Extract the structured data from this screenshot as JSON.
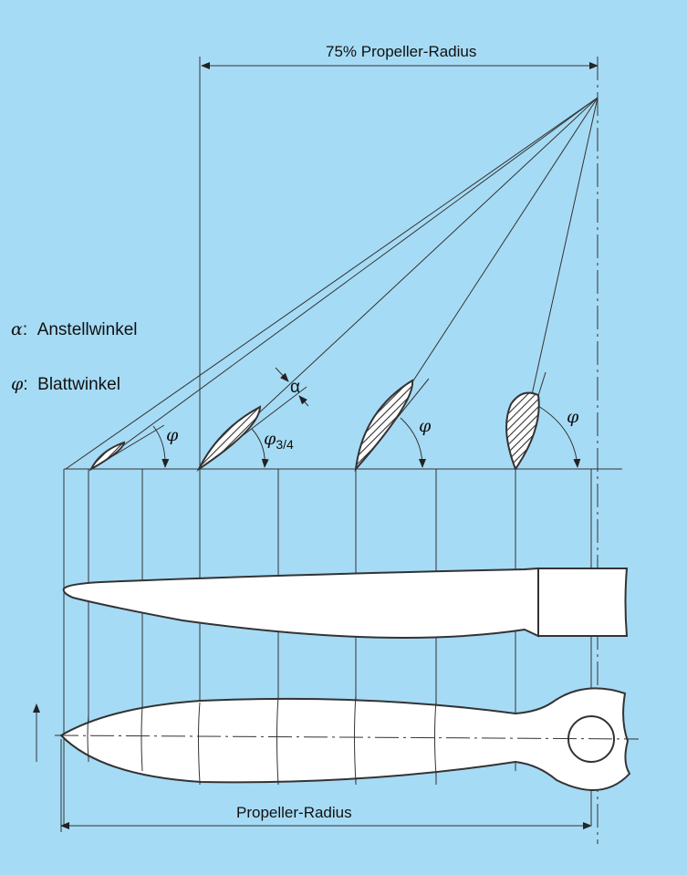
{
  "dimensions": {
    "top_label": "75% Propeller-Radius",
    "bottom_label": "Propeller-Radius"
  },
  "legend": [
    {
      "symbol": "α",
      "sep": ":",
      "text": "Anstellwinkel"
    },
    {
      "symbol": "φ",
      "sep": ":",
      "text": "Blattwinkel"
    }
  ],
  "angle_labels": {
    "phi_1": "φ",
    "phi_34": "φ",
    "phi_34_sub": "3/4",
    "alpha": "α",
    "phi_3": "φ",
    "phi_4": "φ"
  },
  "colors": {
    "background": "#a6dbf5",
    "line": "#333333",
    "blade": "#ffffff"
  }
}
